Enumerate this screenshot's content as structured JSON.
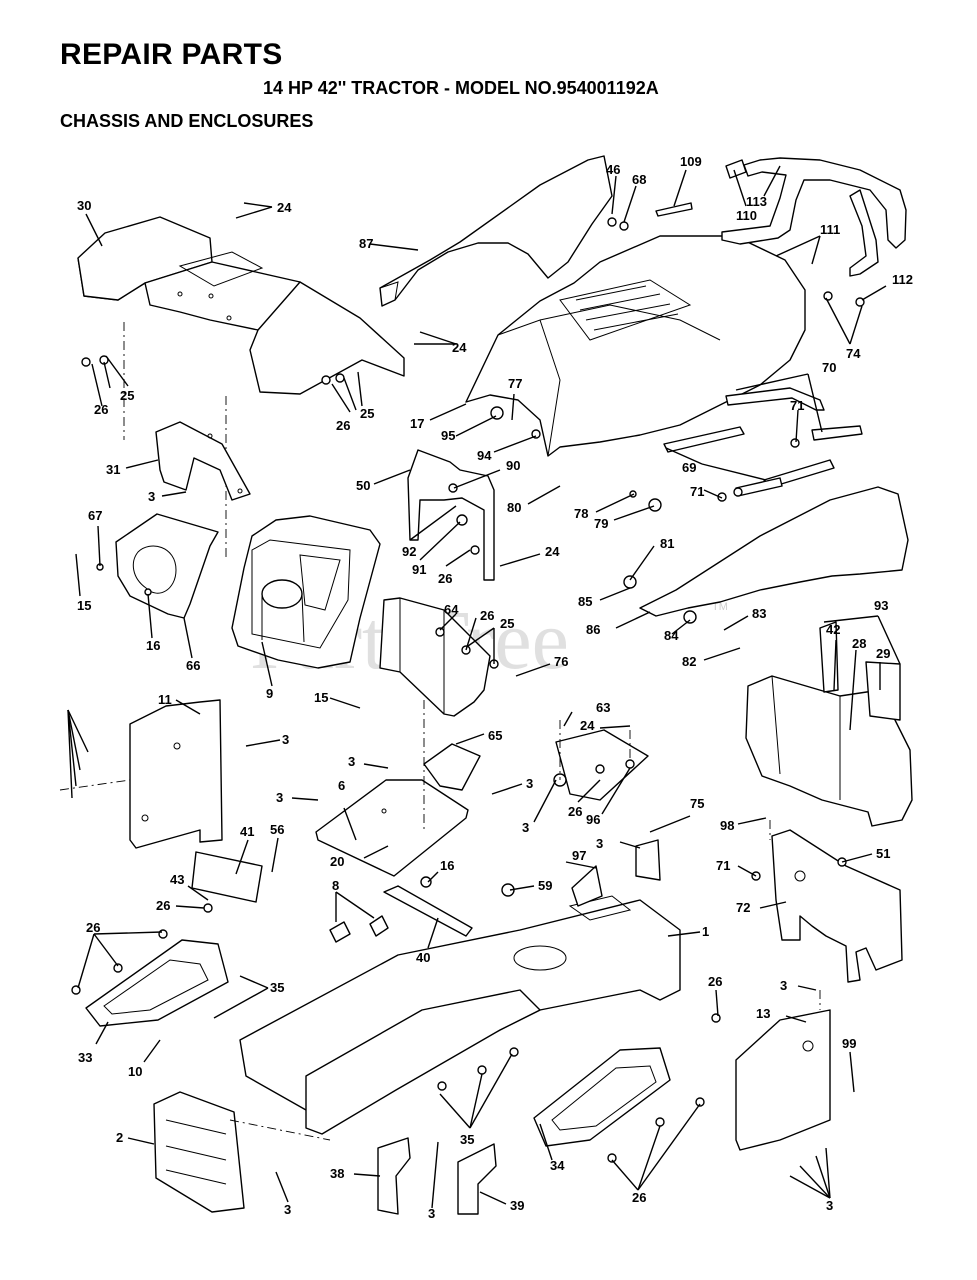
{
  "header": {
    "title": "REPAIR PARTS",
    "subtitle": "14 HP 42'' TRACTOR - MODEL NO.954001192A",
    "section": "CHASSIS AND ENCLOSURES"
  },
  "watermark": "PartsTree",
  "watermark_tm": "TM",
  "callouts": [
    "30",
    "24",
    "87",
    "46",
    "68",
    "109",
    "110",
    "113",
    "111",
    "112",
    "74",
    "24",
    "25",
    "26",
    "25",
    "26",
    "77",
    "17",
    "95",
    "94",
    "70",
    "71",
    "69",
    "90",
    "50",
    "31",
    "3",
    "80",
    "78",
    "79",
    "71",
    "67",
    "15",
    "16",
    "66",
    "9",
    "92",
    "91",
    "26",
    "24",
    "81",
    "85",
    "86",
    "84",
    "83",
    "82",
    "64",
    "26",
    "25",
    "76",
    "93",
    "42",
    "28",
    "29",
    "11",
    "3",
    "15",
    "63",
    "24",
    "65",
    "3",
    "3",
    "3",
    "6",
    "20",
    "26",
    "96",
    "3",
    "75",
    "3",
    "98",
    "71",
    "51",
    "41",
    "56",
    "43",
    "26",
    "72",
    "8",
    "16",
    "59",
    "97",
    "40",
    "1",
    "26",
    "35",
    "33",
    "10",
    "26",
    "3",
    "13",
    "99",
    "2",
    "3",
    "35",
    "38",
    "3",
    "39",
    "34",
    "26",
    "3"
  ]
}
